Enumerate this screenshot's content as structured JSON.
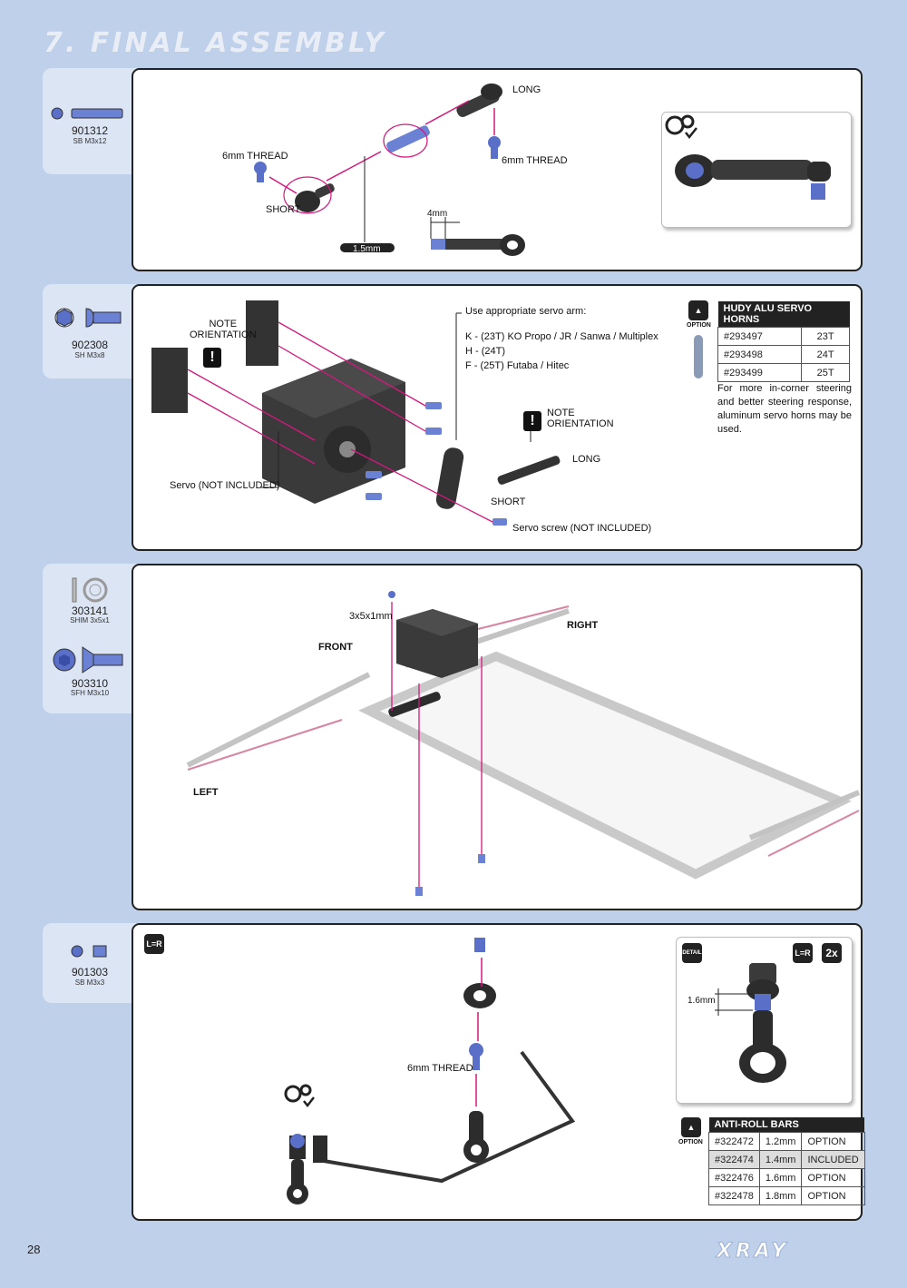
{
  "header": {
    "title": "7. FINAL ASSEMBLY"
  },
  "page_number": "28",
  "brand": "XRAY",
  "colors": {
    "background": "#bfd0ea",
    "accent": "#d4177f",
    "part_blue": "#5a6fc8"
  },
  "steps": [
    {
      "part": {
        "code": "901312",
        "desc": "SB M3x12"
      },
      "labels": {
        "long": "LONG",
        "thread_top": "6mm THREAD",
        "thread_left": "6mm THREAD",
        "short": "SHORT",
        "gap": "4mm",
        "tool": "1.5mm"
      }
    },
    {
      "part": {
        "code": "902308",
        "desc": "SH M3x8"
      },
      "labels": {
        "note1": "NOTE\nORIENTATION",
        "note2": "NOTE\nORIENTATION",
        "servo": "Servo (NOT INCLUDED)",
        "long": "LONG",
        "short": "SHORT",
        "servo_screw": "Servo screw (NOT INCLUDED)",
        "servo_arm_title": "Use appropriate servo arm:",
        "arm_k": "K - (23T) KO Propo / JR / Sanwa / Multiplex",
        "arm_h": "H - (24T)",
        "arm_f": "F - (25T) Futaba / Hitec"
      },
      "option": {
        "badge": "OPTION",
        "table_title": "HUDY ALU SERVO HORNS",
        "rows": [
          [
            "#293497",
            "23T"
          ],
          [
            "#293498",
            "24T"
          ],
          [
            "#293499",
            "25T"
          ]
        ],
        "note": "For more in-corner steering and better steering response, aluminum servo horns may be used."
      }
    },
    {
      "parts": [
        {
          "code": "303141",
          "desc": "SHIM 3x5x1"
        },
        {
          "code": "903310",
          "desc": "SFH M3x10"
        }
      ],
      "labels": {
        "shim": "3x5x1mm",
        "front": "FRONT",
        "right": "RIGHT",
        "left": "LEFT"
      }
    },
    {
      "part": {
        "code": "901303",
        "desc": "SB M3x3"
      },
      "labels": {
        "lr": "L=R",
        "thread": "6mm THREAD",
        "detail": "DETAIL",
        "lr2": "L=R",
        "qty": "2x",
        "gap": "1.6mm"
      },
      "option": {
        "badge": "OPTION",
        "table_title": "ANTI-ROLL BARS",
        "rows": [
          [
            "#322472",
            "1.2mm",
            "OPTION"
          ],
          [
            "#322474",
            "1.4mm",
            "INCLUDED"
          ],
          [
            "#322476",
            "1.6mm",
            "OPTION"
          ],
          [
            "#322478",
            "1.8mm",
            "OPTION"
          ]
        ],
        "highlight_row": 1
      }
    }
  ]
}
